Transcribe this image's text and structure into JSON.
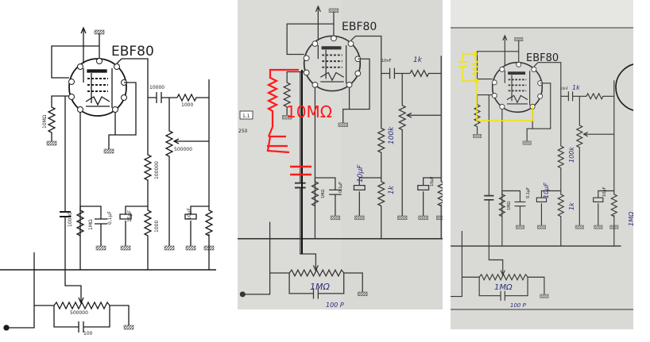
{
  "panels": [
    {
      "name": "original-schematic",
      "tube": "EBF80",
      "labels": {
        "grid_resistor": "10MΩ",
        "plate_cap": "10000",
        "series_resistor": "1000",
        "volume_pot": "500000",
        "plate_resistor": "100000",
        "screen_resistor": "1000",
        "screen_cap": "15µF",
        "cathode_resistor": "1MΩ",
        "cathode_cap": "0,1µF",
        "next_cap": "10µF",
        "grid_cap": "10000",
        "input_pot": "500000",
        "input_cap": "100"
      }
    },
    {
      "name": "modified-schematic-red",
      "tube": "EBF80",
      "labels": {
        "annotation": "10MΩ",
        "plate_cap": "10nF",
        "series_resistor": "1k",
        "plate_resistor": "100k",
        "screen_resistor": "1k",
        "screen_cap": "10µF",
        "cathode_resistor": "1MΩ",
        "cathode_cap": "0,1µF",
        "next_cap": "10µF",
        "input_pot": "1MΩ",
        "input_cap": "100 P",
        "side_box": "1,1",
        "side_value": "250"
      }
    },
    {
      "name": "modified-schematic-yellow",
      "tube": "EBF80",
      "labels": {
        "plate_cap": "10nF",
        "series_resistor": "1k",
        "plate_resistor": "100k",
        "screen_resistor": "1k",
        "screen_cap": "10µF",
        "cathode_resistor": "1MΩ",
        "cathode_cap": "0,1µF",
        "next_cap": "10µF",
        "next_resistor": "1MΩ",
        "input_pot": "1MΩ",
        "input_cap": "100 P"
      }
    }
  ],
  "colors": {
    "ink": "#1a1a1a",
    "red": "#ff1a1a",
    "yellow": "#f2e600",
    "paper": "#d9d9d6"
  }
}
